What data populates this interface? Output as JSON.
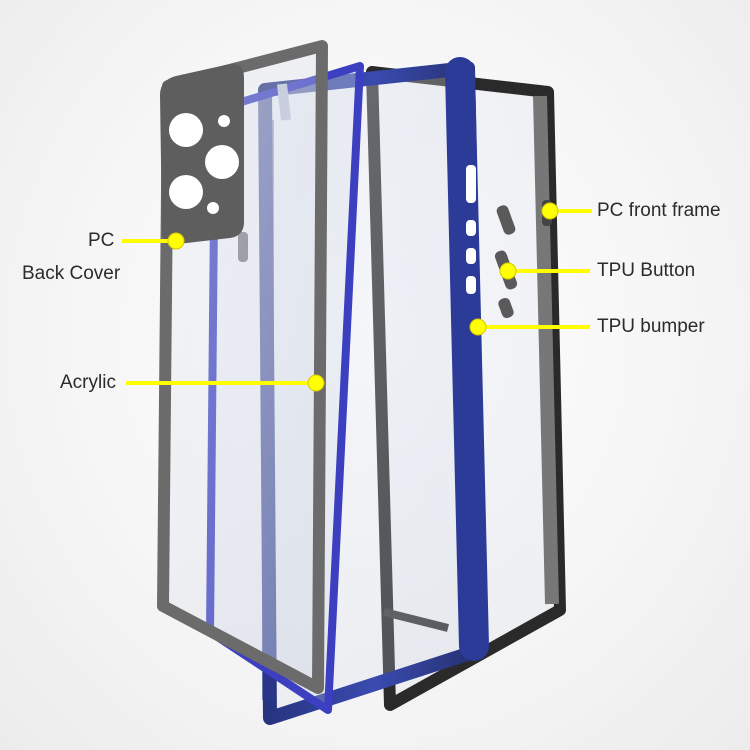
{
  "labels": {
    "pc": "PC",
    "back_cover": "Back Cover",
    "acrylic": "Acrylic",
    "pc_front_frame": "PC front frame",
    "tpu_button": "TPU Button",
    "tpu_bumper": "TPU bumper"
  },
  "colors": {
    "callout": "#ffff00",
    "pc_gray": "#6b6b6b",
    "tpu_blue": "#2f3d9e",
    "acrylic_blue": "#3b3fc0",
    "frame_dark": "#262626"
  }
}
